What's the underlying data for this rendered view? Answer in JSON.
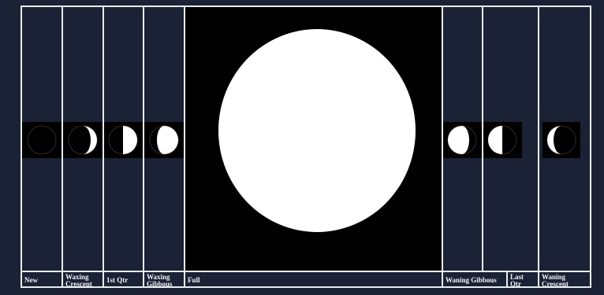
{
  "colors": {
    "background": "#1b2236",
    "frame": "#e9ecee",
    "sky": "#000000",
    "moon": "#ffffff",
    "label_text": "#f3f3f3"
  },
  "phases": [
    {
      "key": "new",
      "label": "New",
      "lit": "none"
    },
    {
      "key": "waxing-crescent",
      "label": "Waxing Crescent",
      "lit": "right-crescent"
    },
    {
      "key": "first-quarter",
      "label": "1st Qtr",
      "lit": "right-half"
    },
    {
      "key": "waxing-gibbous",
      "label": "Waxing Gibbous",
      "lit": "right-gibbous"
    },
    {
      "key": "full",
      "label": "Full",
      "lit": "full"
    },
    {
      "key": "waning-gibbous",
      "label": "Waning Gibbous",
      "lit": "left-gibbous"
    },
    {
      "key": "last-quarter",
      "label": "Last Qtr",
      "lit": "left-half"
    },
    {
      "key": "waning-crescent",
      "label": "Waning Crescent",
      "lit": "left-crescent"
    }
  ]
}
